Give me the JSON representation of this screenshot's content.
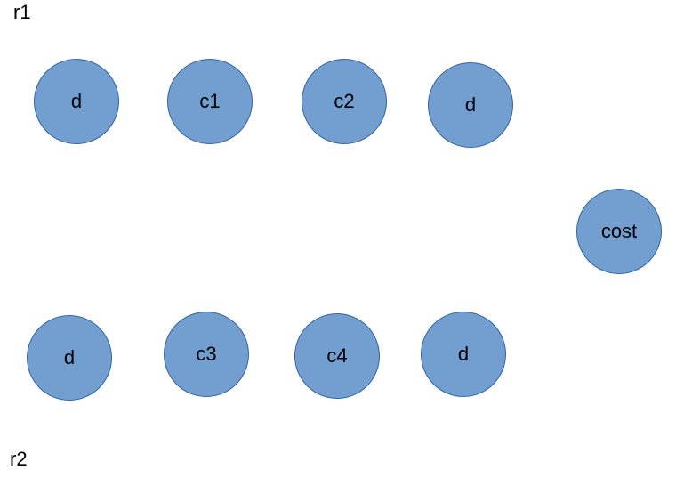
{
  "labels": {
    "r1": "r1",
    "r2": "r2"
  },
  "row1": {
    "nodes": [
      "d",
      "c1",
      "c2",
      "d"
    ]
  },
  "cost_node": "cost",
  "row2": {
    "nodes": [
      "d",
      "c3",
      "c4",
      "d"
    ]
  },
  "colors": {
    "node_fill": "#729fcf",
    "node_border": "#3465a4",
    "text": "#000000",
    "background": "#ffffff"
  }
}
